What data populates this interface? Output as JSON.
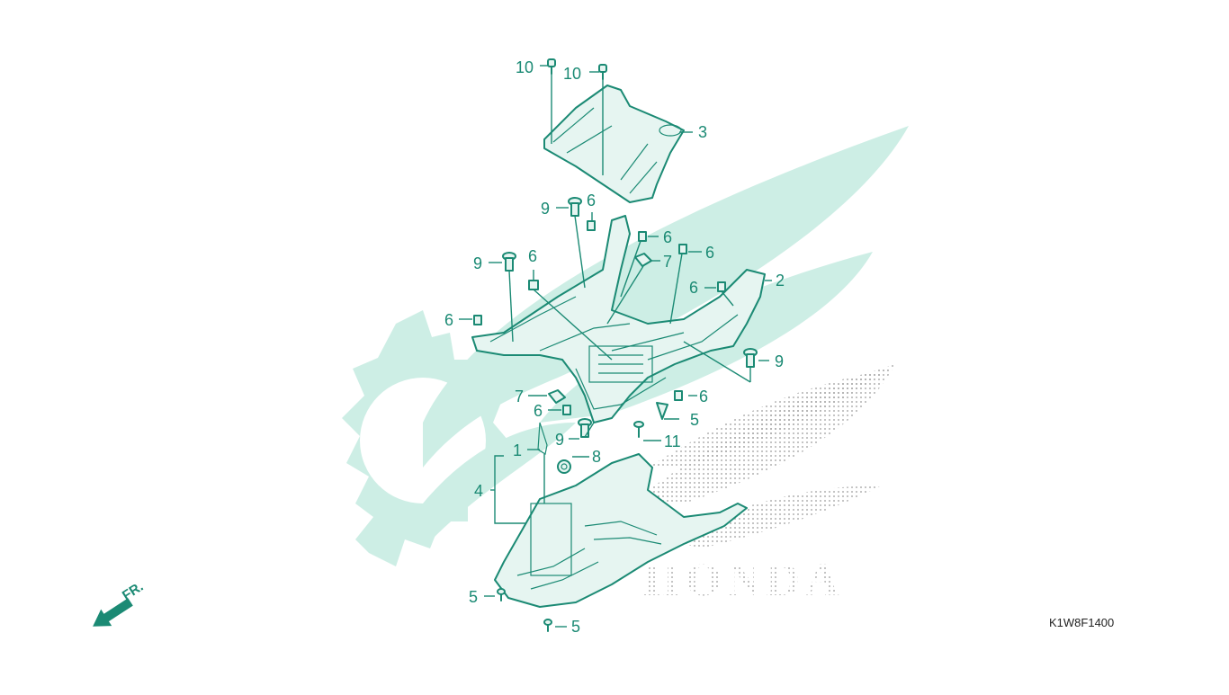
{
  "diagram": {
    "part_code": "K1W8F1400",
    "front_arrow_label": "FR.",
    "watermark_text": "HONDA",
    "accent_color": "#1b8a74",
    "watermark_color": "#cdeee5",
    "callouts": [
      {
        "id": "c10a",
        "text": "10"
      },
      {
        "id": "c10b",
        "text": "10"
      },
      {
        "id": "c3",
        "text": "3"
      },
      {
        "id": "c9a",
        "text": "9"
      },
      {
        "id": "c6a",
        "text": "6"
      },
      {
        "id": "c6b",
        "text": "6"
      },
      {
        "id": "c6c",
        "text": "6"
      },
      {
        "id": "c7a",
        "text": "7"
      },
      {
        "id": "c9b",
        "text": "9"
      },
      {
        "id": "c6d",
        "text": "6"
      },
      {
        "id": "c2",
        "text": "2"
      },
      {
        "id": "c6e",
        "text": "6"
      },
      {
        "id": "c6f",
        "text": "6"
      },
      {
        "id": "c9c",
        "text": "9"
      },
      {
        "id": "c7b",
        "text": "7"
      },
      {
        "id": "c6g",
        "text": "6"
      },
      {
        "id": "c6h",
        "text": "6"
      },
      {
        "id": "c5a",
        "text": "5"
      },
      {
        "id": "c9d",
        "text": "9"
      },
      {
        "id": "c11",
        "text": "11"
      },
      {
        "id": "c1",
        "text": "1"
      },
      {
        "id": "c8",
        "text": "8"
      },
      {
        "id": "c4",
        "text": "4"
      },
      {
        "id": "c5b",
        "text": "5"
      },
      {
        "id": "c5c",
        "text": "5"
      }
    ]
  }
}
